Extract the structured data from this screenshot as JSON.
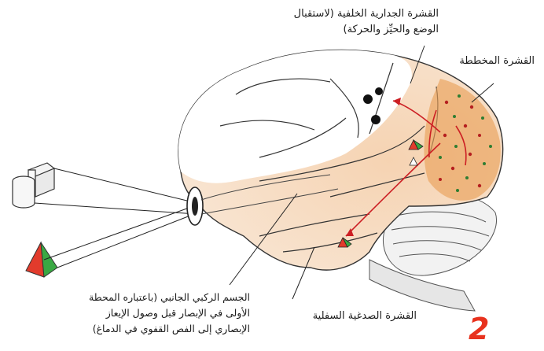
{
  "labels": {
    "parietal": [
      "القشرة الجدارية الخلفية (لاستقبال",
      "الوضع والحيِّز والحركة)"
    ],
    "striate": [
      "القشرة المخططة"
    ],
    "lgn": [
      "الجسم الركبي الجانبي (باعتباره المحطة",
      "الأولى في الإبصار قبل وصول الإيعاز",
      "الإبصاري إلى الفص القفوي في الدماغ)"
    ],
    "inferotemporal": [
      "القشرة الصدغية السفلية"
    ]
  },
  "figure_number": "2",
  "colors": {
    "accent": "#e8321e",
    "cortex_shade": "#f3c6a0",
    "striate_fill": "#e9a15a",
    "pathway_arrow": "#cc1f24",
    "pyramid_green": "#3aa843",
    "pyramid_red": "#e23b2c"
  }
}
